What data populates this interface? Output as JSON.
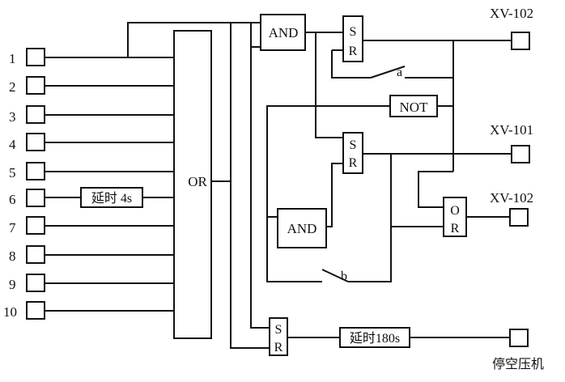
{
  "inputs": [
    "1",
    "2",
    "3",
    "4",
    "5",
    "6",
    "7",
    "8",
    "9",
    "10"
  ],
  "blocks": {
    "or_main": "OR",
    "and_top": "AND",
    "and_mid": "AND",
    "not": "NOT",
    "or_small": [
      "O",
      "R"
    ],
    "sr_top": [
      "S",
      "R"
    ],
    "sr_mid": [
      "S",
      "R"
    ],
    "sr_bottom": [
      "S",
      "R"
    ],
    "delay_4s": "延时 4s",
    "delay_180s": "延时180s"
  },
  "outputs": {
    "top": "XV-102",
    "middle": "XV-101",
    "lower": "XV-102",
    "bottom": "停空压机"
  },
  "switches": {
    "a": "a",
    "b": "b"
  }
}
